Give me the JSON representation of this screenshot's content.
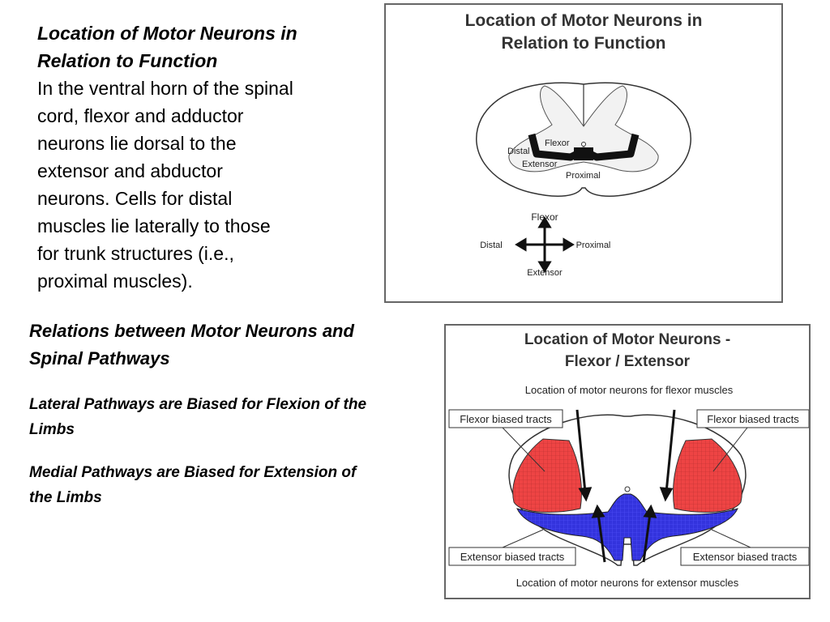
{
  "left_text": {
    "heading_line1": "Location of Motor Neurons in",
    "heading_line2": "Relation to Function",
    "body_lines": [
      "In the ventral horn of the spinal",
      "cord, flexor and adductor",
      "neurons lie dorsal to the",
      "extensor and abductor",
      "neurons. Cells for distal",
      "muscles lie laterally to those",
      "for trunk structures (i.e.,",
      "proximal muscles)."
    ]
  },
  "section2": {
    "heading_line1": "Relations between Motor Neurons and",
    "heading_line2": "Spinal Pathways",
    "lateral_line1": "Lateral Pathways are Biased for Flexion of the",
    "lateral_line2": "Limbs",
    "medial_line1": "Medial Pathways are Biased for Extension of",
    "medial_line2": "the Limbs"
  },
  "figure1": {
    "title_line1": "Location of Motor Neurons in",
    "title_line2": "Relation to Function",
    "labels": {
      "flexor": "Flexor",
      "distal": "Distal",
      "extensor": "Extensor",
      "proximal": "Proximal"
    },
    "compass": {
      "up": "Flexor",
      "left": "Distal",
      "right": "Proximal",
      "down": "Extensor"
    }
  },
  "figure2": {
    "title_line1": "Location of Motor Neurons -",
    "title_line2": "Flexor / Extensor",
    "top_caption": "Location of motor neurons for flexor muscles",
    "flexor_left": "Flexor biased tracts",
    "flexor_right": "Flexor biased tracts",
    "extensor_left": "Extensor biased tracts",
    "extensor_right": "Extensor biased tracts",
    "bottom_caption": "Location of motor neurons for extensor muscles",
    "colors": {
      "flexor": "#ee4444",
      "extensor": "#3333dd"
    }
  }
}
